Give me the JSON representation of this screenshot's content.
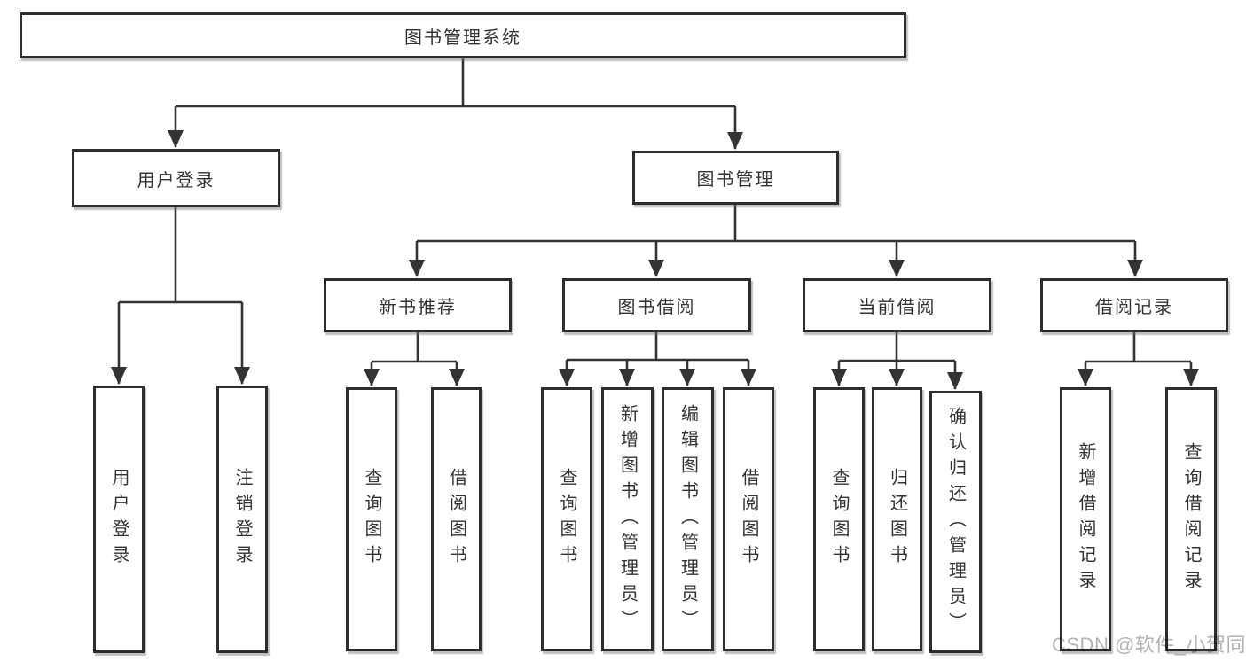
{
  "diagram": {
    "title": "图书管理系统",
    "root": "图书管理系统",
    "level2": [
      "用户登录",
      "图书管理"
    ],
    "level3": [
      "新书推荐",
      "图书借阅",
      "当前借阅",
      "借阅记录"
    ],
    "leaves": {
      "user_login": [
        "用户登录",
        "注销登录"
      ],
      "new_book_rec": [
        "查询图书",
        "借阅图书"
      ],
      "book_borrow": [
        "查询图书",
        "新增图书（管理员）",
        "编辑图书（管理员）",
        "借阅图书"
      ],
      "current_borrow": [
        "查询图书",
        "归还图书",
        "确认归还（管理员）"
      ],
      "borrow_records": [
        "新增借阅记录",
        "查询借阅记录"
      ]
    }
  },
  "watermark": "CSDN @软件_小贺同学",
  "colors": {
    "line": "#333333",
    "box_border": "#2d2d2d",
    "text": "#333333",
    "watermark": "#b3b3b3",
    "background": "#ffffff"
  }
}
